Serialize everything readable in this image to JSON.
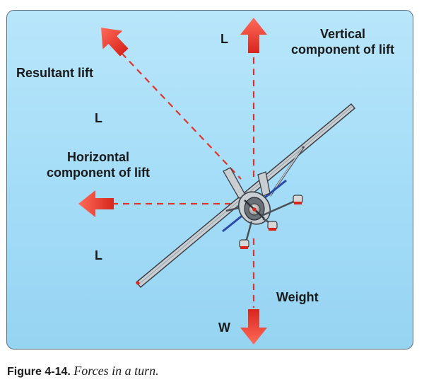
{
  "labels": {
    "lift_vertical_symbol": "L",
    "vertical_component": [
      "Vertical",
      "component of lift"
    ],
    "resultant_lift": "Resultant lift",
    "lift_resultant_symbol": "L",
    "horizontal_component": [
      "Horizontal",
      "component of lift"
    ],
    "lift_horizontal_symbol": "L",
    "weight": "Weight",
    "weight_symbol": "W"
  },
  "caption": {
    "figure": "Figure 4-14.",
    "text": "Forces in a turn."
  },
  "colors": {
    "arrow": "#e63b2e",
    "dashes": "#e0342a",
    "sky": "#a8dff8",
    "aircraft": "#c8cdd2"
  },
  "icons": [
    "airplane-icon",
    "vertical-lift-arrow-icon",
    "resultant-lift-arrow-icon",
    "horizontal-lift-arrow-icon",
    "weight-arrow-icon"
  ]
}
